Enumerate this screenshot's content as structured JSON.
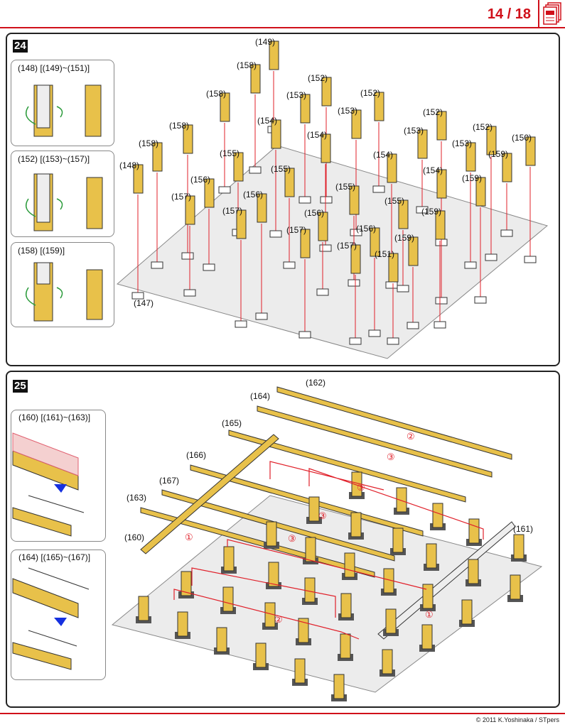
{
  "header": {
    "page": "14 / 18",
    "icon": "document-pages-icon",
    "accent": "#d0101a"
  },
  "footer": {
    "copyright": "© 2011 K.Yoshinaka / STpers"
  },
  "step24": {
    "number": "24",
    "details": [
      {
        "title": "(148) [(149)~(151)]"
      },
      {
        "title": "(152) [(153)~(157)]"
      },
      {
        "title": "(158) [(159)]"
      }
    ],
    "labels": [
      "(149)",
      "(158)",
      "(152)",
      "(153)",
      "(152)",
      "(158)",
      "(154)",
      "(153)",
      "(158)",
      "(152)",
      "(154)",
      "(153)",
      "(152)",
      "(150)",
      "(158)",
      "(155)",
      "(153)",
      "(154)",
      "(148)",
      "(155)",
      "(154)",
      "(159)",
      "(156)",
      "(159)",
      "(157)",
      "(156)",
      "(155)",
      "(155)",
      "(159)",
      "(157)",
      "(156)",
      "(157)",
      "(156)",
      "(159)",
      "(157)",
      "(151)",
      "(147)"
    ]
  },
  "step25": {
    "number": "25",
    "details": [
      {
        "title": "(160) [(161)~(163)]"
      },
      {
        "title": "(164) [(165)~(167)]"
      }
    ],
    "labels": [
      "(162)",
      "(164)",
      "(165)",
      "(166)",
      "(167)",
      "(163)",
      "(160)",
      "(161)"
    ],
    "order_marks": [
      "②",
      "③",
      "③",
      "③",
      "③",
      "①",
      "①",
      "②"
    ]
  }
}
